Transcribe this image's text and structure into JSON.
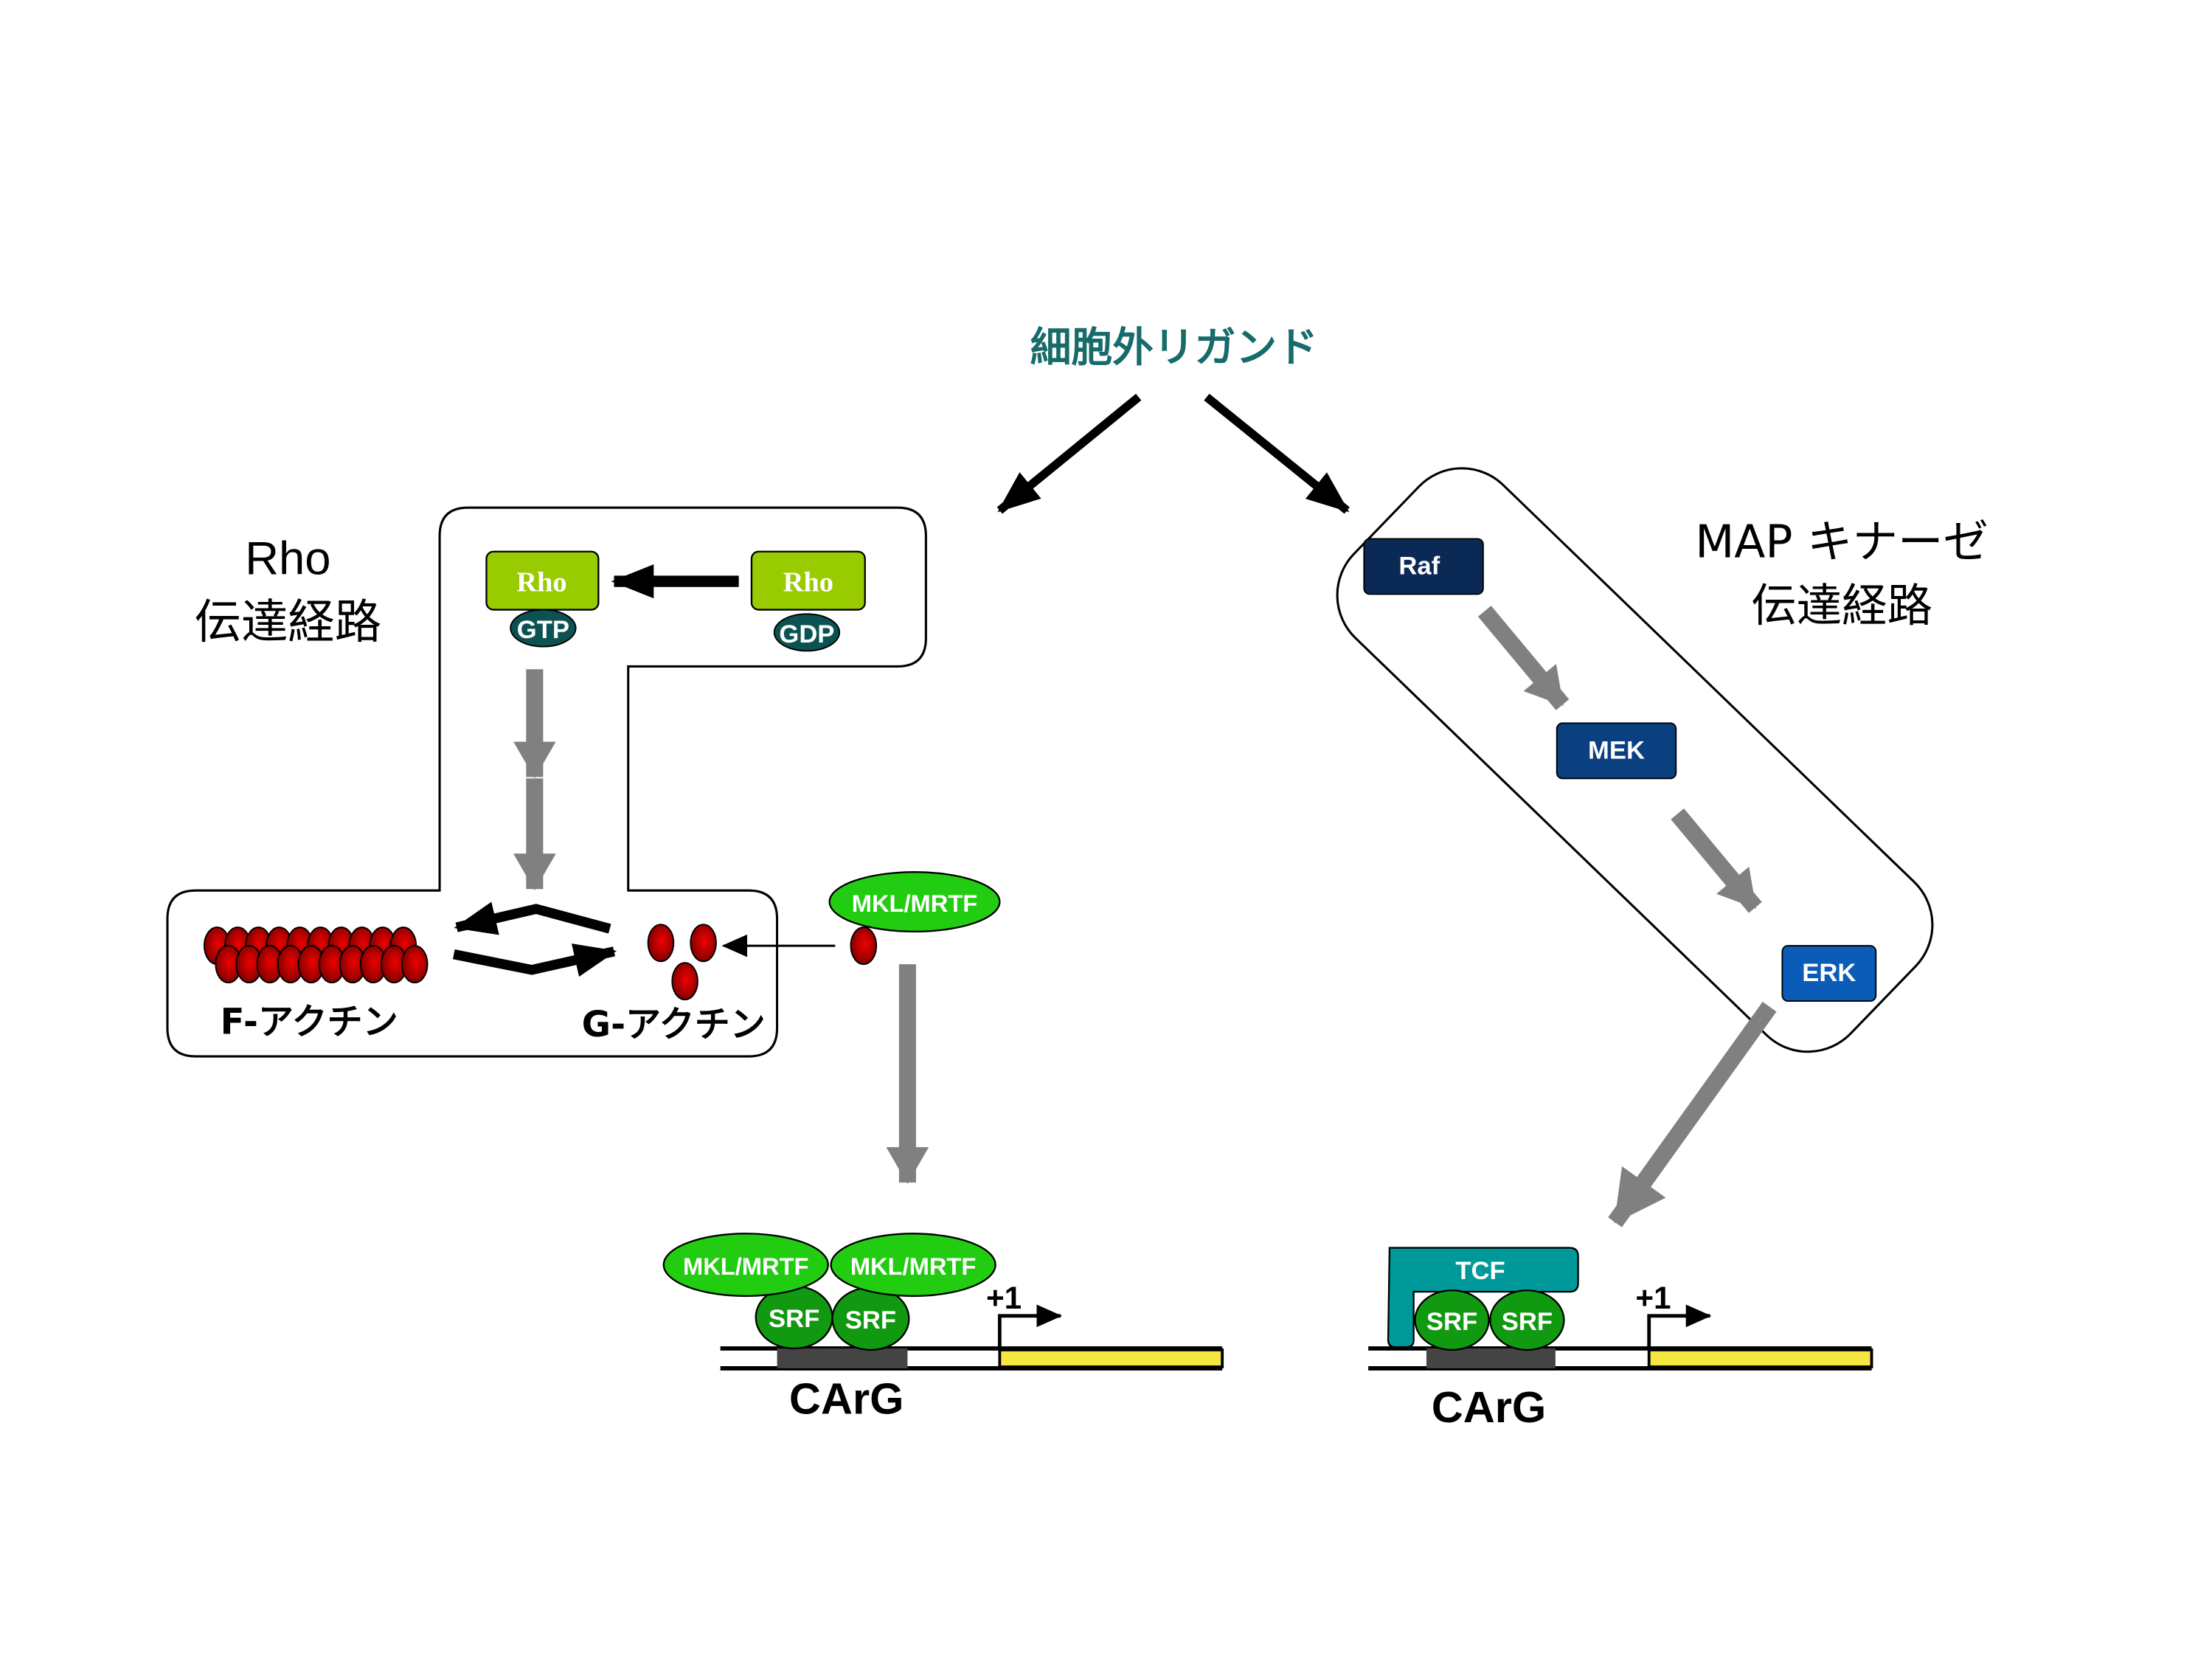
{
  "title": "細胞外リガンド",
  "rho_pathway": {
    "label_line1": "Rho",
    "label_line2": "伝達経路",
    "rho_active": "Rho",
    "gtp": "GTP",
    "rho_inactive": "Rho",
    "gdp": "GDP",
    "f_actin": "F-アクチン",
    "g_actin": "G-アクチン",
    "mkl_free": "MKL/MRTF"
  },
  "mapk_pathway": {
    "label_line1": "MAP キナーゼ",
    "label_line2": "伝達経路",
    "raf": "Raf",
    "mek": "MEK",
    "erk": "ERK"
  },
  "gene_left": {
    "mkl1": "MKL/MRTF",
    "mkl2": "MKL/MRTF",
    "srf1": "SRF",
    "srf2": "SRF",
    "tss": "+1",
    "element": "CArG"
  },
  "gene_right": {
    "tcf": "TCF",
    "srf1": "SRF",
    "srf2": "SRF",
    "tss": "+1",
    "element": "CArG"
  },
  "colors": {
    "title": "#176b6b",
    "rho_box": "#99cc00",
    "gtp_gdp": "#0d5252",
    "mkl": "#22cc11",
    "srf": "#119911",
    "tcf": "#009999",
    "raf": "#0a2a55",
    "mek": "#0a3f80",
    "erk": "#0b5cb8",
    "actin": "#b00000",
    "gene_body": "#f5e642",
    "carg": "#444444",
    "gray_arrow": "#808080"
  }
}
